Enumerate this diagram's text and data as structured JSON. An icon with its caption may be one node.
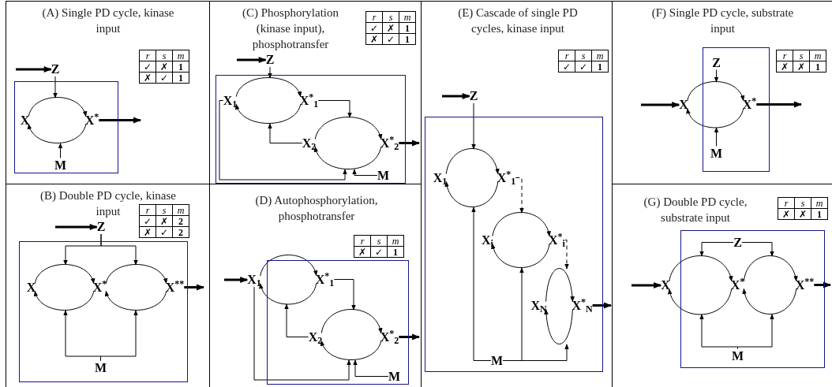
{
  "diagram": {
    "nodes": [
      {
        "text": [
          "(A) Single PD cycle, kinase input"
        ]
      },
      {
        "text": [],
        "shape": "box",
        "in": 0
      },
      {
        "text": [
          "Z"
        ],
        "in": 0
      },
      {
        "text": [
          "X"
        ],
        "in": 1
      },
      {
        "text": [
          "X$^{*}$"
        ],
        "in": 1
      },
      {
        "text": [
          "M"
        ],
        "in": 1
      },
      {
        "text": [
          "(B) Double PD cycle, kinase input"
        ]
      },
      {
        "text": [],
        "shape": "box",
        "in": 6
      },
      {
        "text": [
          "Z"
        ],
        "in": 6
      },
      {
        "text": [
          "X"
        ],
        "in": 7
      },
      {
        "text": [
          "X$^{*}$"
        ],
        "in": 7
      },
      {
        "text": [
          "X$^{**}$"
        ],
        "in": 7
      },
      {
        "text": [
          "M"
        ],
        "in": 7
      },
      {
        "text": [
          "(C) Phosphorylation (kinase input), phosphotransfer"
        ]
      },
      {
        "text": [],
        "shape": "box",
        "in": 13
      },
      {
        "text": [
          "Z"
        ],
        "in": 13
      },
      {
        "text": [
          "X$_{1}$"
        ],
        "in": 14
      },
      {
        "text": [
          "X$^{*}$$_{1}$"
        ],
        "in": 14
      },
      {
        "text": [
          "X$_{2}$"
        ],
        "in": 14
      },
      {
        "text": [
          "X$^{*}$$_{2}$"
        ],
        "in": 14
      },
      {
        "text": [
          "M"
        ],
        "in": 14
      },
      {
        "text": [
          "(D) Autophosphorylation, phosphotransfer"
        ]
      },
      {
        "text": [],
        "shape": "box",
        "in": 21
      },
      {
        "text": [
          "X$_{1}$"
        ],
        "in": 21
      },
      {
        "text": [
          "X$^{*}$$_{1}$"
        ],
        "in": 22
      },
      {
        "text": [
          "X$_{2}$"
        ],
        "in": 22
      },
      {
        "text": [
          "X$^{*}$$_{2}$"
        ],
        "in": 22
      },
      {
        "text": [
          "M"
        ],
        "in": 22
      },
      {
        "text": [
          "(E) Cascade of single PD cycles, kinase input"
        ]
      },
      {
        "text": [],
        "shape": "box",
        "in": 28
      },
      {
        "text": [
          "Z"
        ],
        "in": 28
      },
      {
        "text": [
          "X$_{1}$"
        ],
        "in": 29
      },
      {
        "text": [
          "X$^{*}$$_{1}$"
        ],
        "in": 29
      },
      {
        "text": [
          "X$_{i}$"
        ],
        "in": 29
      },
      {
        "text": [
          "X$^{*}$$_{i}$"
        ],
        "in": 29
      },
      {
        "text": [
          "X$_{N}$"
        ],
        "in": 29
      },
      {
        "text": [
          "X$^{*}$$_{N}$"
        ],
        "in": 29
      },
      {
        "text": [
          "M"
        ],
        "in": 29
      },
      {
        "text": [
          "(F) Single PD cycle, substrate input"
        ]
      },
      {
        "text": [],
        "shape": "box",
        "in": 38
      },
      {
        "text": [
          "Z"
        ],
        "in": 39
      },
      {
        "text": [
          "X"
        ],
        "in": 38
      },
      {
        "text": [
          "X$^{*}$"
        ],
        "in": 39
      },
      {
        "text": [
          "M"
        ],
        "in": 39
      },
      {
        "text": [
          "(G) Double PD cycle, substrate input"
        ]
      },
      {
        "text": [],
        "shape": "box",
        "in": 44
      },
      {
        "text": [
          "Z"
        ],
        "in": 45
      },
      {
        "text": [
          "X"
        ],
        "in": 44
      },
      {
        "text": [
          "X$^{*}$"
        ],
        "in": 45
      },
      {
        "text": [
          "X$^{**}$"
        ],
        "in": 45
      },
      {
        "text": [
          "M"
        ],
        "in": 45
      }
    ],
    "edges": [
      {
        "from": null,
        "to": 2,
        "arrow": "to",
        "style": "thick"
      },
      {
        "from": 2,
        "to": null,
        "arrow": "to"
      },
      {
        "from": 3,
        "to": 4,
        "arrow": "to"
      },
      {
        "from": 4,
        "to": 3,
        "arrow": "to"
      },
      {
        "from": 5,
        "to": null,
        "arrow": "to"
      },
      {
        "from": 4,
        "to": null,
        "arrow": "to",
        "style": "thick"
      },
      {
        "from": null,
        "to": 8,
        "arrow": "to",
        "style": "thick"
      },
      {
        "from": 8,
        "to": null,
        "arrow": "to"
      },
      {
        "from": 8,
        "to": null,
        "arrow": "to"
      },
      {
        "from": 9,
        "to": 10,
        "arrow": "to"
      },
      {
        "from": 10,
        "to": 11,
        "arrow": "to"
      },
      {
        "from": 11,
        "to": 10,
        "arrow": "to"
      },
      {
        "from": 10,
        "to": 9,
        "arrow": "to"
      },
      {
        "from": 12,
        "to": null,
        "arrow": "to"
      },
      {
        "from": 12,
        "to": null,
        "arrow": "to"
      },
      {
        "from": 11,
        "to": null,
        "arrow": "to",
        "style": "thick"
      },
      {
        "from": null,
        "to": 15,
        "arrow": "to",
        "style": "thick"
      },
      {
        "from": 15,
        "to": null,
        "arrow": "to"
      },
      {
        "from": 16,
        "to": 17,
        "arrow": "to"
      },
      {
        "from": 17,
        "to": 16,
        "arrow": "to"
      },
      {
        "from": 18,
        "to": 19,
        "arrow": "to"
      },
      {
        "from": 19,
        "to": 18,
        "arrow": "to"
      },
      {
        "from": 17,
        "to": null,
        "arrow": "to"
      },
      {
        "from": 18,
        "to": null,
        "arrow": "to"
      },
      {
        "from": 16,
        "to": null,
        "arrow": "to"
      },
      {
        "from": 20,
        "to": null,
        "arrow": "to"
      },
      {
        "from": 19,
        "to": null,
        "arrow": "to",
        "style": "thick"
      },
      {
        "from": null,
        "to": 23,
        "arrow": "to",
        "style": "thick"
      },
      {
        "from": 23,
        "to": 24,
        "arrow": "to"
      },
      {
        "from": 24,
        "to": 23,
        "arrow": "to"
      },
      {
        "from": 25,
        "to": 26,
        "arrow": "to"
      },
      {
        "from": 26,
        "to": 25,
        "arrow": "to"
      },
      {
        "from": 24,
        "to": null,
        "arrow": "to"
      },
      {
        "from": 25,
        "to": null,
        "arrow": "to"
      },
      {
        "from": 23,
        "to": null,
        "arrow": "to"
      },
      {
        "from": 27,
        "to": null,
        "arrow": "to"
      },
      {
        "from": 26,
        "to": null,
        "arrow": "to",
        "style": "thick"
      },
      {
        "from": null,
        "to": 30,
        "arrow": "to",
        "style": "thick"
      },
      {
        "from": 30,
        "to": null,
        "arrow": "to"
      },
      {
        "from": 31,
        "to": 32,
        "arrow": "to"
      },
      {
        "from": 32,
        "to": 31,
        "arrow": "to"
      },
      {
        "from": 33,
        "to": 34,
        "arrow": "to"
      },
      {
        "from": 34,
        "to": 33,
        "arrow": "to"
      },
      {
        "from": 35,
        "to": 36,
        "arrow": "to"
      },
      {
        "from": 36,
        "to": 35,
        "arrow": "to"
      },
      {
        "from": 32,
        "to": null,
        "arrow": "to",
        "style": "dashed"
      },
      {
        "from": 34,
        "to": null,
        "arrow": "to",
        "style": "dashed"
      },
      {
        "from": 37,
        "to": null,
        "arrow": "to"
      },
      {
        "from": 37,
        "to": null,
        "arrow": "to"
      },
      {
        "from": 37,
        "to": null,
        "arrow": "to"
      },
      {
        "from": 36,
        "to": null,
        "arrow": "to",
        "style": "thick"
      },
      {
        "from": null,
        "to": 41,
        "arrow": "to",
        "style": "thick"
      },
      {
        "from": 40,
        "to": null,
        "arrow": "to"
      },
      {
        "from": 41,
        "to": 42,
        "arrow": "to"
      },
      {
        "from": 42,
        "to": 41,
        "arrow": "to"
      },
      {
        "from": 43,
        "to": null,
        "arrow": "to"
      },
      {
        "from": 42,
        "to": null,
        "arrow": "to",
        "style": "thick"
      },
      {
        "from": null,
        "to": 47,
        "arrow": "to",
        "style": "thick"
      },
      {
        "from": 46,
        "to": null,
        "arrow": "to"
      },
      {
        "from": 46,
        "to": null,
        "arrow": "to"
      },
      {
        "from": 47,
        "to": 48,
        "arrow": "to"
      },
      {
        "from": 48,
        "to": 49,
        "arrow": "to"
      },
      {
        "from": 49,
        "to": 48,
        "arrow": "to"
      },
      {
        "from": 48,
        "to": 47,
        "arrow": "to"
      },
      {
        "from": 50,
        "to": null,
        "arrow": "to"
      },
      {
        "from": 50,
        "to": null,
        "arrow": "to"
      },
      {
        "from": 49,
        "to": null,
        "arrow": "to",
        "style": "thick"
      }
    ],
    "labels": [
      "r",
      "s",
      "m",
      "✓",
      "✗",
      "1",
      "✗",
      "✓",
      "1",
      "r",
      "s",
      "m",
      "✓",
      "✗",
      "2",
      "✗",
      "✓",
      "2",
      "r",
      "s",
      "m",
      "✓",
      "✗",
      "1",
      "✗",
      "✓",
      "1",
      "r",
      "s",
      "m",
      "✗",
      "✓",
      "1",
      "r",
      "s",
      "m",
      "✓",
      "✓",
      "1",
      "r",
      "s",
      "m",
      "✗",
      "✗",
      "1",
      "r",
      "s",
      "m",
      "✗",
      "✗",
      "1"
    ]
  }
}
